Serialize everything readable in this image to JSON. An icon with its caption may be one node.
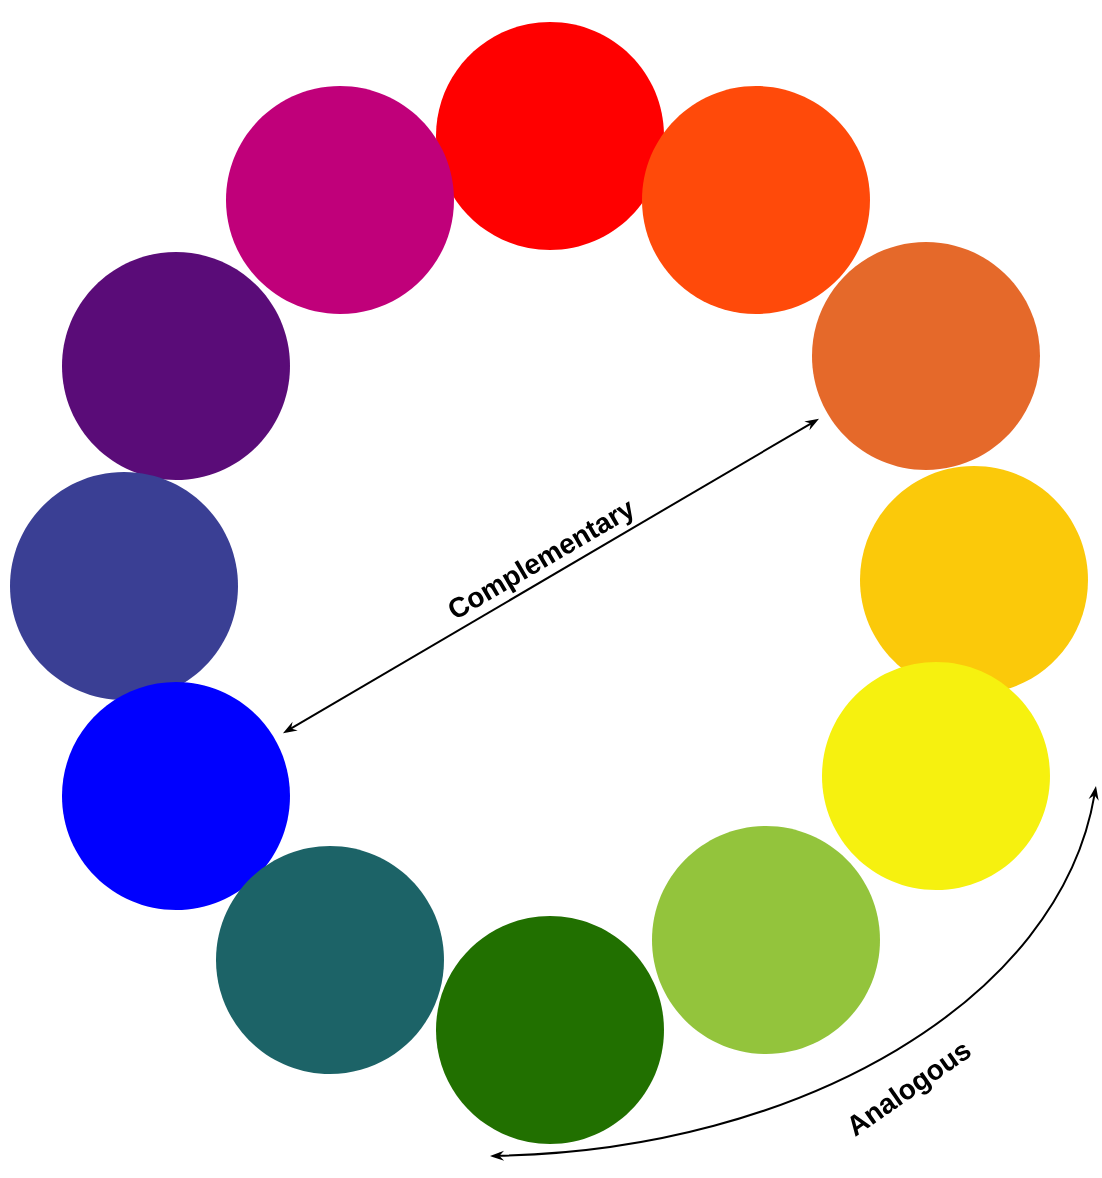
{
  "diagram": {
    "nodes": [
      {
        "text": [],
        "shape": "circle"
      },
      {
        "text": [],
        "shape": "circle"
      },
      {
        "text": [],
        "shape": "circle"
      },
      {
        "text": [],
        "shape": "circle"
      },
      {
        "text": [],
        "shape": "circle"
      },
      {
        "text": [],
        "shape": "circle"
      },
      {
        "text": [],
        "shape": "circle"
      },
      {
        "text": [],
        "shape": "circle"
      },
      {
        "text": [],
        "shape": "circle"
      },
      {
        "text": [],
        "shape": "circle"
      },
      {
        "text": [],
        "shape": "circle"
      },
      {
        "text": [],
        "shape": "circle"
      }
    ],
    "edges": [
      {
        "from": 8,
        "to": 3,
        "arrow": "both",
        "label": "Complementary"
      }
    ],
    "labels": [
      "Analogous"
    ]
  }
}
